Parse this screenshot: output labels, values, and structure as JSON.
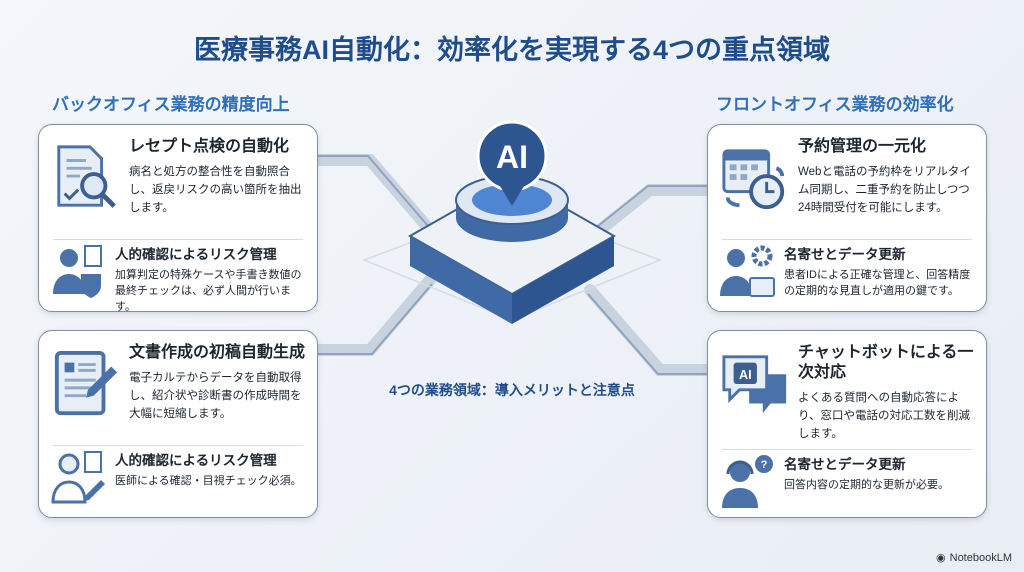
{
  "title": "医療事務AI自動化：効率化を実現する4つの重点領域",
  "sections": {
    "back": "バックオフィス業務の精度向上",
    "front": "フロントオフィス業務の効率化"
  },
  "center": {
    "ai_label": "AI",
    "caption": "4つの業務領域：導入メリットと注意点"
  },
  "cards": [
    {
      "title": "レセプト点検の自動化",
      "body": "病名と処方の整合性を自動照合し、返戻リスクの高い箇所を抽出します。",
      "sub_title": "人的確認によるリスク管理",
      "sub_body": "加算判定の特殊ケースや手書き数値の最終チェックは、必ず人間が行います。"
    },
    {
      "title": "文書作成の初稿自動生成",
      "body": "電子カルテからデータを自動取得し、紹介状や診断書の作成時間を大幅に短縮します。",
      "sub_title": "人的確認によるリスク管理",
      "sub_body": "医師による確認・目視チェック必須。"
    },
    {
      "title": "予約管理の一元化",
      "body": "Webと電話の予約枠をリアルタイム同期し、二重予約を防止しつつ24時間受付を可能にします。",
      "sub_title": "名寄せとデータ更新",
      "sub_body": "患者IDによる正確な管理と、回答精度の定期的な見直しが適用の鍵です。"
    },
    {
      "title": "チャットボットによる一次対応",
      "body": "よくある質問への自動応答により、窓口や電話の対応工数を削減します。",
      "sub_title": "名寄せとデータ更新",
      "sub_body": "回答内容の定期的な更新が必要。",
      "icon_text": "AI"
    }
  ],
  "logo": "NotebookLM",
  "colors": {
    "primary": "#1f4d8c",
    "accent": "#2f6fb8",
    "icon": "#4a72a8"
  }
}
